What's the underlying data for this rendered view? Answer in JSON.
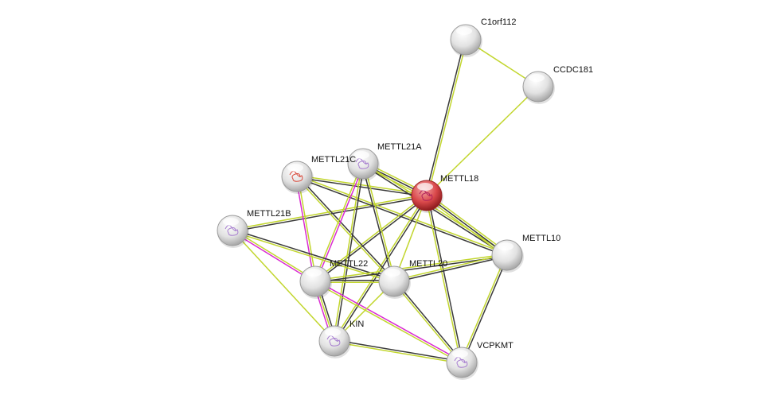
{
  "title": "Protein interaction network",
  "colors": {
    "textmining": "#c2d62e",
    "coexpression": "#3a3a3a",
    "experiments": "#d92bd2",
    "query_node": "#d9484a",
    "node": "#e6e6e6"
  },
  "nodes": [
    {
      "id": "C1orf112",
      "label": "C1orf112",
      "query": false,
      "structure": false
    },
    {
      "id": "CCDC181",
      "label": "CCDC181",
      "query": false,
      "structure": false
    },
    {
      "id": "METTL18",
      "label": "METTL18",
      "query": true,
      "structure": true
    },
    {
      "id": "METTL21A",
      "label": "METTL21A",
      "query": false,
      "structure": true
    },
    {
      "id": "METTL21C",
      "label": "METTL21C",
      "query": false,
      "structure": true
    },
    {
      "id": "METTL21B",
      "label": "METTL21B",
      "query": false,
      "structure": true
    },
    {
      "id": "METTL10",
      "label": "METTL10",
      "query": false,
      "structure": false
    },
    {
      "id": "METTL22",
      "label": "METTL22",
      "query": false,
      "structure": false
    },
    {
      "id": "METTL20",
      "label": "METTL20",
      "query": false,
      "structure": false
    },
    {
      "id": "KIN",
      "label": "KIN",
      "query": false,
      "structure": true
    },
    {
      "id": "VCPKMT",
      "label": "VCPKMT",
      "query": false,
      "structure": true
    }
  ],
  "edges": [
    {
      "s": "C1orf112",
      "t": "METTL18",
      "ev": [
        "textmining",
        "coexpression"
      ]
    },
    {
      "s": "C1orf112",
      "t": "CCDC181",
      "ev": [
        "textmining"
      ]
    },
    {
      "s": "CCDC181",
      "t": "METTL18",
      "ev": [
        "textmining"
      ]
    },
    {
      "s": "METTL21A",
      "t": "METTL18",
      "ev": [
        "textmining",
        "coexpression",
        "textmining"
      ]
    },
    {
      "s": "METTL21C",
      "t": "METTL18",
      "ev": [
        "textmining",
        "coexpression"
      ]
    },
    {
      "s": "METTL21B",
      "t": "METTL18",
      "ev": [
        "textmining",
        "coexpression"
      ]
    },
    {
      "s": "METTL21C",
      "t": "METTL10",
      "ev": [
        "textmining",
        "coexpression"
      ]
    },
    {
      "s": "METTL21A",
      "t": "METTL10",
      "ev": [
        "textmining",
        "coexpression"
      ]
    },
    {
      "s": "METTL18",
      "t": "METTL10",
      "ev": [
        "textmining",
        "coexpression",
        "textmining"
      ]
    },
    {
      "s": "METTL18",
      "t": "METTL22",
      "ev": [
        "coexpression",
        "textmining"
      ]
    },
    {
      "s": "METTL18",
      "t": "METTL20",
      "ev": [
        "textmining"
      ]
    },
    {
      "s": "METTL18",
      "t": "KIN",
      "ev": [
        "coexpression",
        "textmining"
      ]
    },
    {
      "s": "METTL18",
      "t": "VCPKMT",
      "ev": [
        "coexpression",
        "textmining"
      ]
    },
    {
      "s": "METTL21C",
      "t": "METTL22",
      "ev": [
        "textmining",
        "experiments"
      ]
    },
    {
      "s": "METTL21C",
      "t": "METTL20",
      "ev": [
        "coexpression",
        "textmining"
      ]
    },
    {
      "s": "METTL21A",
      "t": "METTL22",
      "ev": [
        "experiments",
        "textmining"
      ]
    },
    {
      "s": "METTL21A",
      "t": "METTL20",
      "ev": [
        "textmining",
        "coexpression"
      ]
    },
    {
      "s": "METTL21A",
      "t": "KIN",
      "ev": [
        "coexpression",
        "textmining"
      ]
    },
    {
      "s": "METTL21B",
      "t": "METTL22",
      "ev": [
        "textmining",
        "experiments"
      ]
    },
    {
      "s": "METTL21B",
      "t": "METTL20",
      "ev": [
        "coexpression",
        "textmining"
      ]
    },
    {
      "s": "METTL21B",
      "t": "KIN",
      "ev": [
        "textmining"
      ]
    },
    {
      "s": "METTL22",
      "t": "METTL20",
      "ev": [
        "coexpression",
        "textmining"
      ]
    },
    {
      "s": "METTL22",
      "t": "METTL10",
      "ev": [
        "textmining",
        "coexpression"
      ]
    },
    {
      "s": "METTL22",
      "t": "KIN",
      "ev": [
        "coexpression",
        "textmining",
        "experiments"
      ]
    },
    {
      "s": "METTL22",
      "t": "VCPKMT",
      "ev": [
        "experiments",
        "textmining"
      ]
    },
    {
      "s": "METTL20",
      "t": "METTL10",
      "ev": [
        "textmining",
        "coexpression"
      ]
    },
    {
      "s": "METTL20",
      "t": "KIN",
      "ev": [
        "textmining"
      ]
    },
    {
      "s": "METTL20",
      "t": "VCPKMT",
      "ev": [
        "coexpression",
        "textmining"
      ]
    },
    {
      "s": "METTL10",
      "t": "VCPKMT",
      "ev": [
        "coexpression",
        "textmining"
      ]
    },
    {
      "s": "KIN",
      "t": "VCPKMT",
      "ev": [
        "coexpression",
        "textmining"
      ]
    }
  ]
}
